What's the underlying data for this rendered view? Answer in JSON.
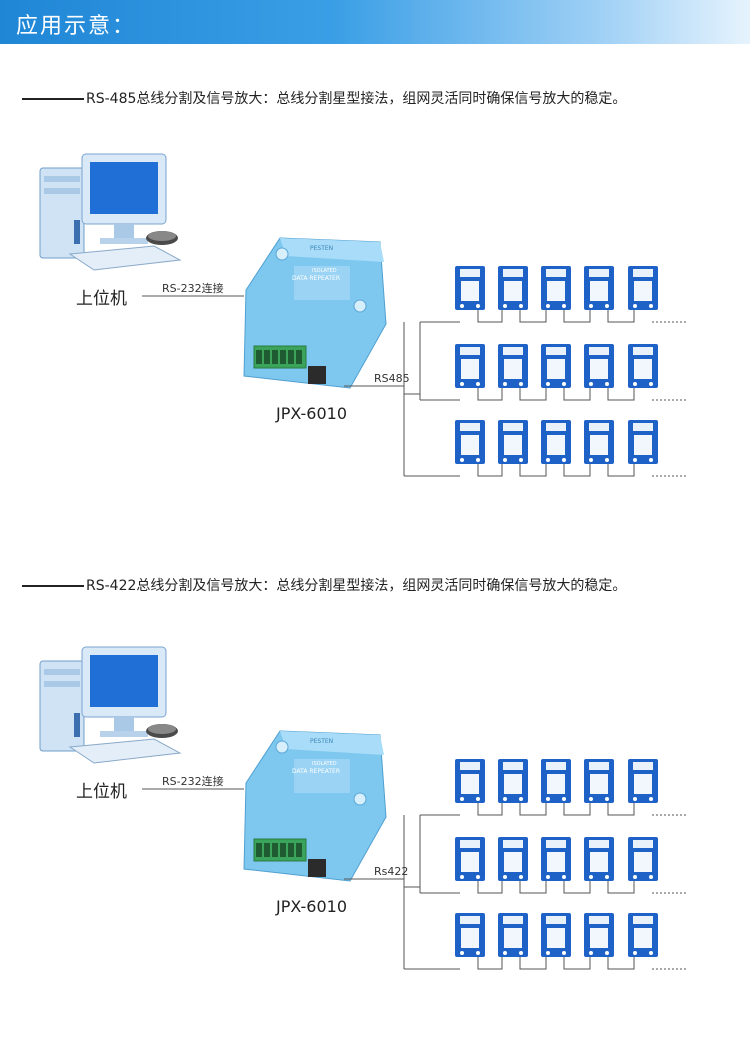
{
  "header": {
    "title": "应用示意："
  },
  "sections": [
    {
      "caption": "RS-485总线分割及信号放大：总线分割星型接法，组网灵活同时确保信号放大的稳定。",
      "host_label": "上位机",
      "link_label": "RS-232连接",
      "device_label": "JPX-6010",
      "bus_label": "RS485",
      "converter_text": {
        "brand": "PESTEN",
        "line1": "ISOLATED",
        "line2": "DATA REPEATER"
      }
    },
    {
      "caption": "RS-422总线分割及信号放大：总线分割星型接法，组网灵活同时确保信号放大的稳定。",
      "host_label": "上位机",
      "link_label": "RS-232连接",
      "device_label": "JPX-6010",
      "bus_label": "Rs422",
      "converter_text": {
        "brand": "PESTEN",
        "line1": "ISOLATED",
        "line2": "DATA REPEATER"
      }
    }
  ],
  "colors": {
    "accent": "#1f86d6",
    "device_blue": "#1e62c8",
    "converter_body": "#7ec8f0",
    "terminal_green": "#3aa55a"
  },
  "icons": [
    "desktop-computer-icon",
    "mouse-icon",
    "data-repeater-device-icon",
    "slave-device-icon"
  ]
}
